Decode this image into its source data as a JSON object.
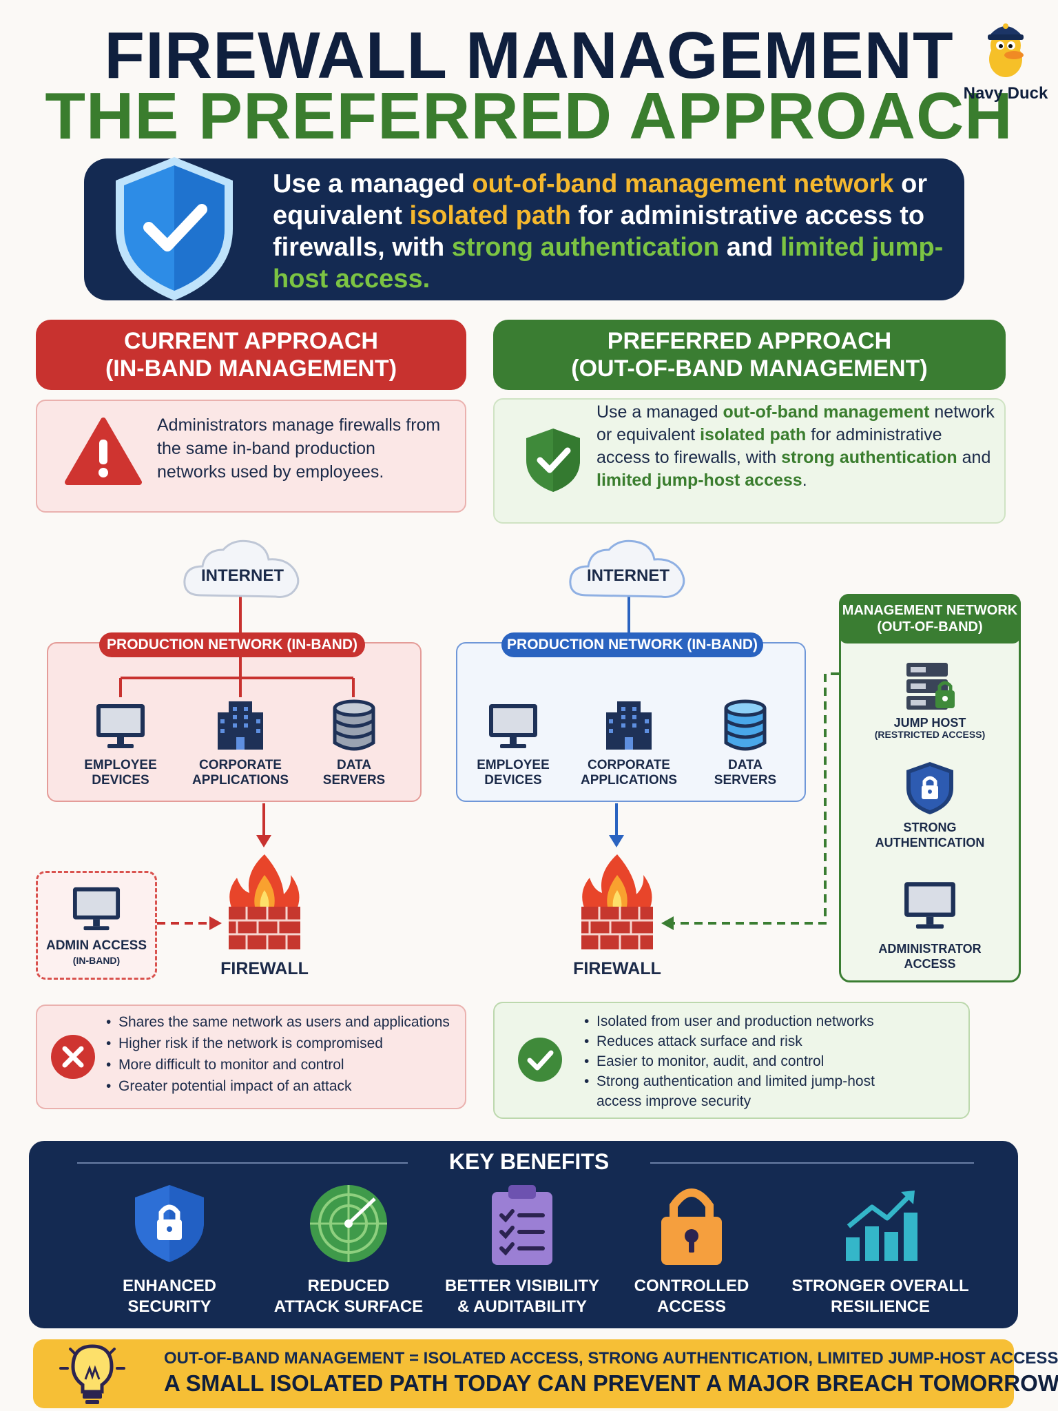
{
  "title": {
    "line1": "FIREWALL MANAGEMENT",
    "line2": "THE PREFERRED APPROACH"
  },
  "brand": {
    "name": "Navy Duck"
  },
  "banner": {
    "p1": "Use a managed ",
    "h1": "out-of-band management network",
    "p2": " or equivalent ",
    "h2": "isolated path",
    "p3": " for administrative access to firewalls, with ",
    "h3": "strong authentication",
    "p4": " and ",
    "h4": "limited jump-host access."
  },
  "current": {
    "header_line1": "CURRENT APPROACH",
    "header_line2": "(IN-BAND MANAGEMENT)",
    "description": "Administrators manage firewalls from the same in-band production networks used by employees.",
    "internet": "INTERNET",
    "network_label": "PRODUCTION NETWORK (IN-BAND)",
    "nodes": [
      {
        "line1": "EMPLOYEE",
        "line2": "DEVICES"
      },
      {
        "line1": "CORPORATE",
        "line2": "APPLICATIONS"
      },
      {
        "line1": "DATA",
        "line2": "SERVERS"
      }
    ],
    "admin_line1": "ADMIN ACCESS",
    "admin_line2": "(IN-BAND)",
    "firewall": "FIREWALL",
    "cons": [
      "Shares the same network as users and applications",
      "Higher risk if the network is compromised",
      "More difficult to monitor and control",
      "Greater potential impact of an attack"
    ]
  },
  "preferred": {
    "header_line1": "PREFERRED APPROACH",
    "header_line2": "(OUT-OF-BAND MANAGEMENT)",
    "d1": "Use a managed ",
    "dh1": "out-of-band management",
    "d2": " network or equivalent ",
    "dh2": "isolated path",
    "d3": " for administrative access to firewalls, with ",
    "dh3": "strong authentication",
    "d4": " and ",
    "dh4": "limited jump-host access",
    "d5": ".",
    "internet": "INTERNET",
    "network_label": "PRODUCTION NETWORK (IN-BAND)",
    "nodes": [
      {
        "line1": "EMPLOYEE",
        "line2": "DEVICES"
      },
      {
        "line1": "CORPORATE",
        "line2": "APPLICATIONS"
      },
      {
        "line1": "DATA",
        "line2": "SERVERS"
      }
    ],
    "firewall": "FIREWALL",
    "mgmt_line1": "MANAGEMENT NETWORK",
    "mgmt_line2": "(OUT-OF-BAND)",
    "jump_line1": "JUMP HOST",
    "jump_line2": "(RESTRICTED ACCESS)",
    "auth_line1": "STRONG",
    "auth_line2": "AUTHENTICATION",
    "admin_line1": "ADMINISTRATOR",
    "admin_line2": "ACCESS",
    "pros": [
      "Isolated from user and production networks",
      "Reduces attack surface and risk",
      "Easier to monitor, audit, and control",
      "Strong authentication and limited jump-host access improve security"
    ]
  },
  "benefits": {
    "title": "KEY BENEFITS",
    "items": [
      {
        "line1": "ENHANCED",
        "line2": "SECURITY",
        "icon": "shield-lock-icon"
      },
      {
        "line1": "REDUCED",
        "line2": "ATTACK SURFACE",
        "icon": "radar-target-icon"
      },
      {
        "line1": "BETTER VISIBILITY",
        "line2": "& AUDITABILITY",
        "icon": "checklist-clipboard-icon"
      },
      {
        "line1": "CONTROLLED",
        "line2": "ACCESS",
        "icon": "padlock-icon"
      },
      {
        "line1": "STRONGER OVERALL",
        "line2": "RESILIENCE",
        "icon": "growth-chart-icon"
      }
    ]
  },
  "footer": {
    "line1": "OUT-OF-BAND MANAGEMENT = ISOLATED ACCESS, STRONG AUTHENTICATION, LIMITED JUMP-HOST ACCESS",
    "line2": "A SMALL ISOLATED PATH TODAY CAN PREVENT A MAJOR BREACH TOMORROW."
  },
  "colors": {
    "navy": "#142a52",
    "red": "#c8322f",
    "green": "#3a7d32",
    "blue": "#2a63c0",
    "yellow": "#f6bf36"
  }
}
